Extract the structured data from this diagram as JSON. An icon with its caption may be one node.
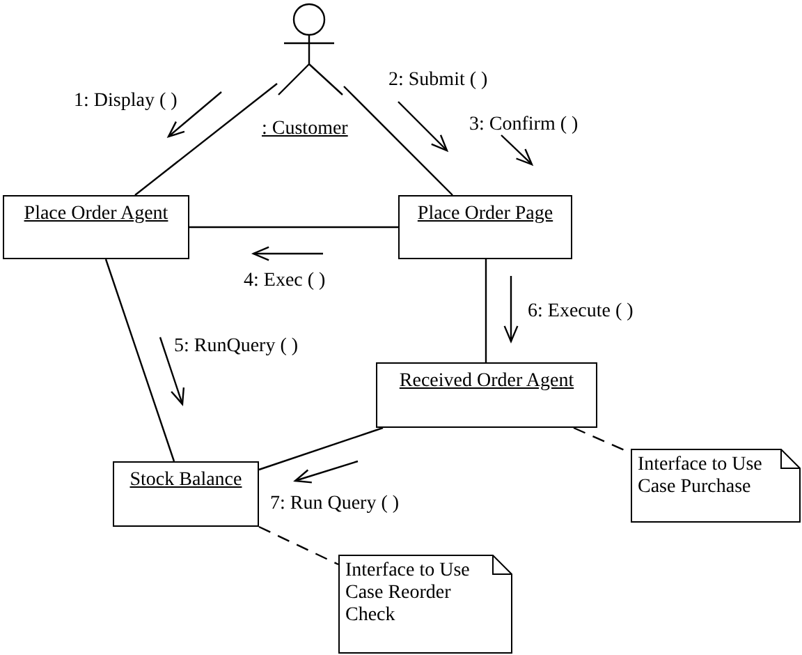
{
  "diagram": {
    "nodes": [
      {
        "text": [],
        "shape": "person",
        "beside": [
          ": Customer"
        ]
      },
      {
        "text": [
          "Place Order Agent"
        ]
      },
      {
        "text": [
          "Place Order Page"
        ]
      },
      {
        "text": [
          "Received Order Agent"
        ]
      },
      {
        "text": [
          "Stock Balance"
        ]
      },
      {
        "text": [
          "Interface to Use Case Purchase"
        ]
      },
      {
        "text": [
          "Interface to Use Case Reorder Check"
        ]
      }
    ],
    "edges": [
      {
        "from": 0,
        "to": 1,
        "arrow": "none"
      },
      {
        "from": 0,
        "to": 2,
        "arrow": "none"
      },
      {
        "from": 1,
        "to": 2,
        "arrow": "none"
      },
      {
        "from": 1,
        "to": 4,
        "arrow": "none"
      },
      {
        "from": 2,
        "to": 3,
        "arrow": "none"
      },
      {
        "from": 3,
        "to": 4,
        "arrow": "none"
      },
      {
        "from": 3,
        "to": 5,
        "arrow": "none",
        "style": "dashed"
      },
      {
        "from": 4,
        "to": 6,
        "arrow": "none",
        "style": "dashed"
      }
    ],
    "labels": [
      "1: Display ( )",
      "2: Submit ( )",
      "3: Confirm ( )",
      "4: Exec ( )",
      "5: RunQuery ( )",
      "6: Execute ( )",
      "7: Run Query ( )"
    ]
  }
}
